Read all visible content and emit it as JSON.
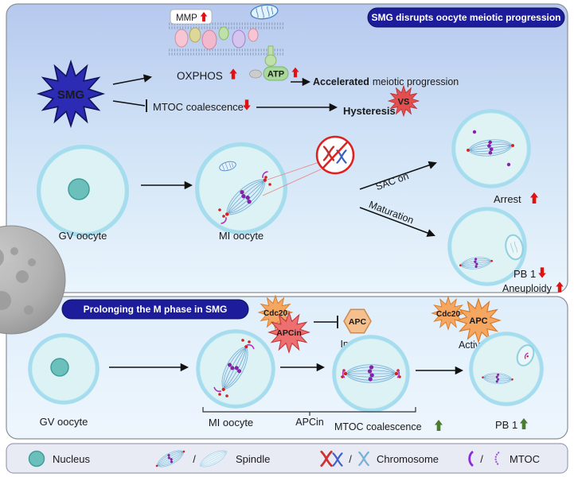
{
  "top_panel": {
    "badge": "SMG disrupts oocyte meiotic progression",
    "mmp": "MMP",
    "oxphos": "OXPHOS",
    "atp": "ATP",
    "accelerated": "Accelerated",
    "meiotic_progression": "meiotic progression",
    "smg": "SMG",
    "mtoc_coalescence": "MTOC coalescence",
    "hysteresis": "Hysteresis",
    "vs": "VS",
    "gv_oocyte": "GV oocyte",
    "mi_oocyte": "MI oocyte",
    "sac_on": "SAC on",
    "maturation": "Maturation",
    "arrest": "Arrest",
    "pb1": "PB 1",
    "aneuploidy": "Aneuploidy"
  },
  "bottom_panel": {
    "badge": "Prolonging the M phase in SMG",
    "cdc20_left": "Cdc20",
    "apcin": "APCin",
    "apc_left": "APC",
    "inactive": "Inactive",
    "cdc20_right": "Cdc20",
    "apc_right": "APC",
    "active": "Active",
    "gv_oocyte": "GV oocyte",
    "mi_oocyte": "MI oocyte",
    "apcin_bracket": "APCin",
    "mtoc_coalescence": "MTOC coalescence",
    "pb1": "PB 1"
  },
  "legend": {
    "nucleus": "Nucleus",
    "spindle": "Spindle",
    "chromosome": "Chromosome",
    "mtoc": "MTOC",
    "slash": "/"
  },
  "colors": {
    "accent_red": "#e01111",
    "accent_green": "#4a7d2f",
    "badge_navy": "#1d1d9c",
    "smg_star_blue": "#2b2bb4",
    "oocyte_ring": "#a5dcee",
    "oocyte_fill": "#dcf2f4",
    "nucleus_teal": "#6cc0bc"
  }
}
